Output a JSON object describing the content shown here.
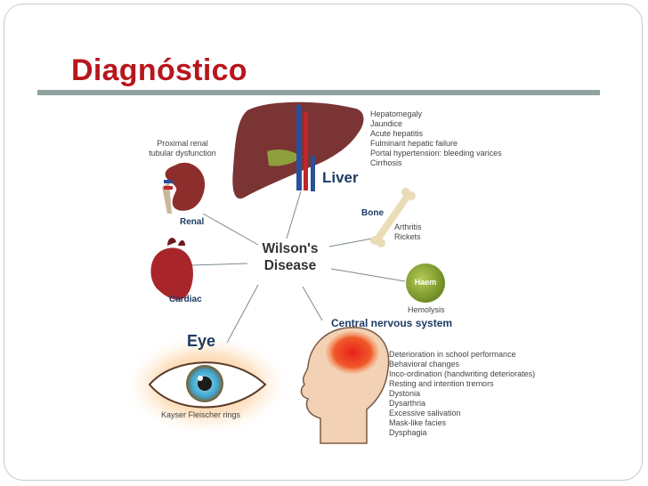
{
  "slide": {
    "title": "Diagnóstico"
  },
  "diagram": {
    "center": [
      "Wilson's",
      "Disease"
    ],
    "liver": {
      "label": "Liver",
      "items": [
        "Hepatomegaly",
        "Jaundice",
        "Acute hepatitis",
        "Fulminant hepatic failure",
        "Portal hypertension: bleeding varices",
        "Cirrhosis"
      ]
    },
    "renal": {
      "label": "Renal",
      "items": [
        "Proximal renal",
        "tubular dysfunction"
      ]
    },
    "bone": {
      "label": "Bone",
      "items": [
        "Arthritis",
        "Rickets"
      ]
    },
    "cardiac": {
      "label": "Cardiac"
    },
    "haem": {
      "label": "Haem",
      "items": [
        "Hemolysis"
      ]
    },
    "eye": {
      "label": "Eye",
      "items": [
        "Kayser Fleischer rings"
      ]
    },
    "cns": {
      "label": "Central nervous system",
      "items": [
        "Deterioration in school performance",
        "Behavioral changes",
        "Inco-ordination (handwriting deteriorates)",
        "Resting and intention tremors",
        "Dystonia",
        "Dysarthria",
        "Excessive salivation",
        "Mask-like facies",
        "Dysphagia"
      ]
    }
  },
  "colors": {
    "title": "#b8161c",
    "rule": "#8fa29f",
    "organ_heading": "#1d3b63",
    "liver": "#7a3434",
    "haem": "#8aa233"
  }
}
